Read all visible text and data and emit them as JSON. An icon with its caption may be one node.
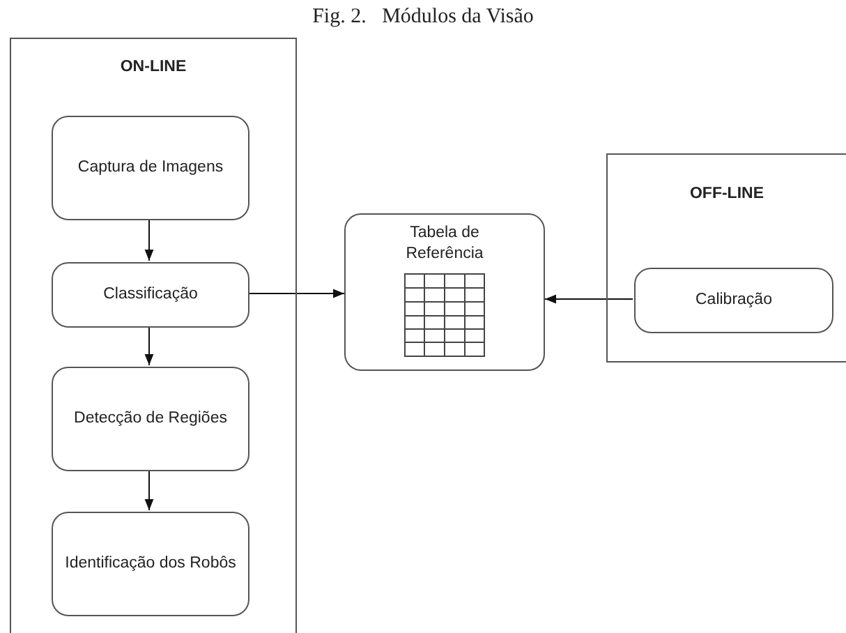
{
  "diagram": {
    "title": "Fig. 2.   Módulos da Visão",
    "nodes": [
      {
        "text": [
          "ON-LINE"
        ]
      },
      {
        "text": [
          "Captura de Imagens"
        ],
        "in": 0
      },
      {
        "text": [
          "Classificação"
        ],
        "in": 0
      },
      {
        "text": [
          "Detecção de Regiões"
        ],
        "in": 0
      },
      {
        "text": [
          "Identificação dos Robôs"
        ],
        "in": 0
      },
      {
        "text": [
          "Tabela de Referência"
        ]
      },
      {
        "text": [
          "OFF-LINE"
        ]
      },
      {
        "text": [
          "Calibração"
        ],
        "in": 6
      }
    ],
    "edges": [
      {
        "from": 1,
        "to": 2,
        "arrow": "to"
      },
      {
        "from": 2,
        "to": 3,
        "arrow": "to"
      },
      {
        "from": 3,
        "to": 4,
        "arrow": "to"
      },
      {
        "from": 2,
        "to": 5,
        "arrow": "to"
      },
      {
        "from": 7,
        "to": 5,
        "arrow": "to"
      }
    ]
  }
}
